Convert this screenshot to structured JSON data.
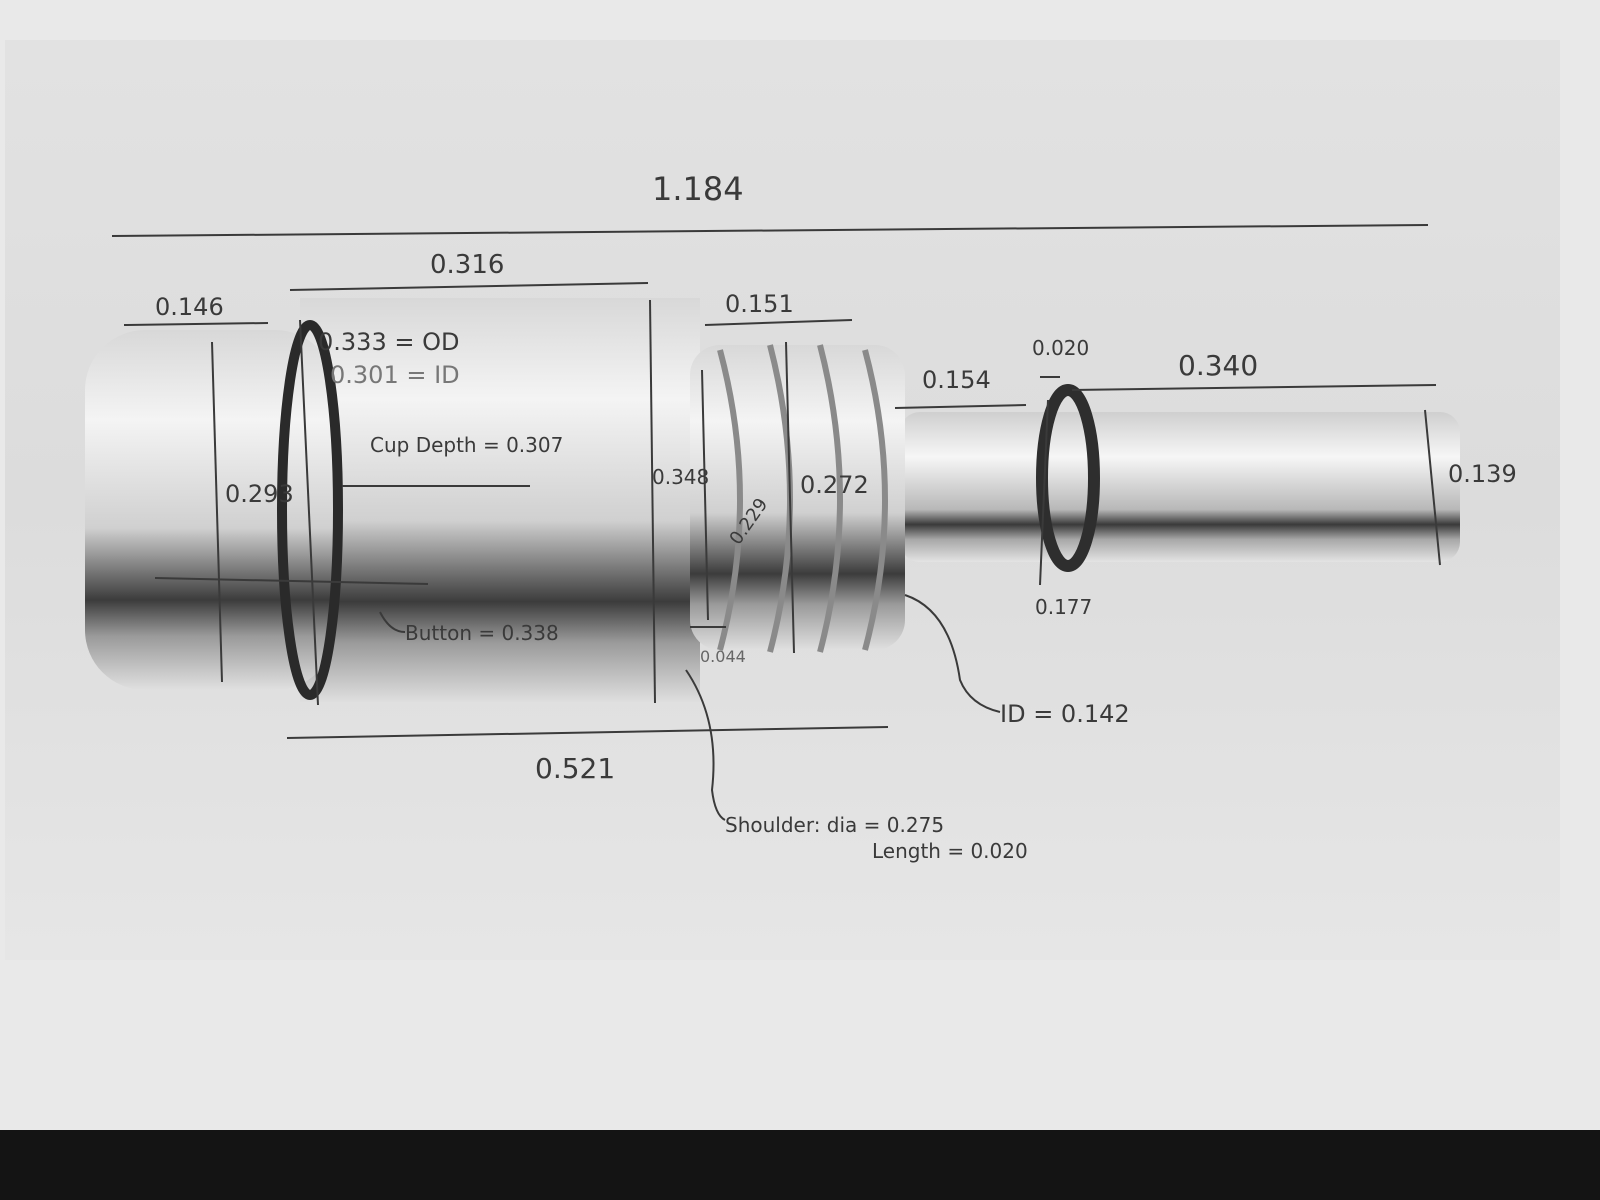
{
  "title": "Part dimension sketch",
  "colors": {
    "paper": "#e9e9e9",
    "metal_light": "#f2f2f2",
    "metal_dark": "#3c3c3c",
    "ink": "#3a3a3a"
  },
  "annotations": {
    "overall_length": "1.184",
    "cup_length": "0.316",
    "button_length": "0.146",
    "cup_od": "0.333 = OD",
    "cup_id": "0.301 = ID",
    "cup_depth": "Cup Depth = 0.307",
    "button_dia": "0.293",
    "button": "Button = 0.338",
    "body_dia": "0.348",
    "thread_root_dia": "0.229",
    "thread_gap": "0.044",
    "thread_length": "0.151",
    "thread_dia": "0.272",
    "neck_length": "0.154",
    "ring_width": "0.020",
    "shaft_length": "0.340",
    "shaft_dia": "0.139",
    "ring_dia": "0.177",
    "bore_id": "ID = 0.142",
    "body_to_thread": "0.521",
    "shoulder_dia": "Shoulder: dia = 0.275",
    "shoulder_length": "Length = 0.020"
  }
}
